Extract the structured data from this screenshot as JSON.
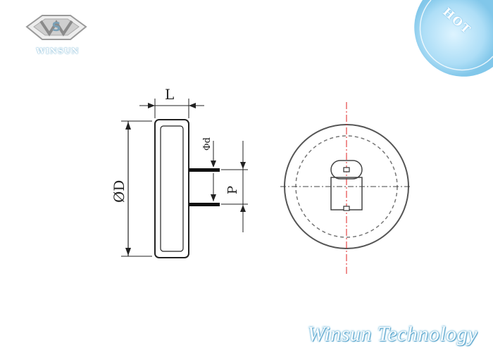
{
  "brand": {
    "logo_text": "WINSUN",
    "footer_text": "Winsun Technology",
    "badge_text": "HOT",
    "accent_color": "#3d8fbd",
    "badge_color": "#8fd0f0"
  },
  "drawing": {
    "label_length": "L",
    "label_diameter": "ØD",
    "label_lead_diameter": "Φd",
    "label_pitch": "P",
    "centerline_color": "#e02020"
  }
}
